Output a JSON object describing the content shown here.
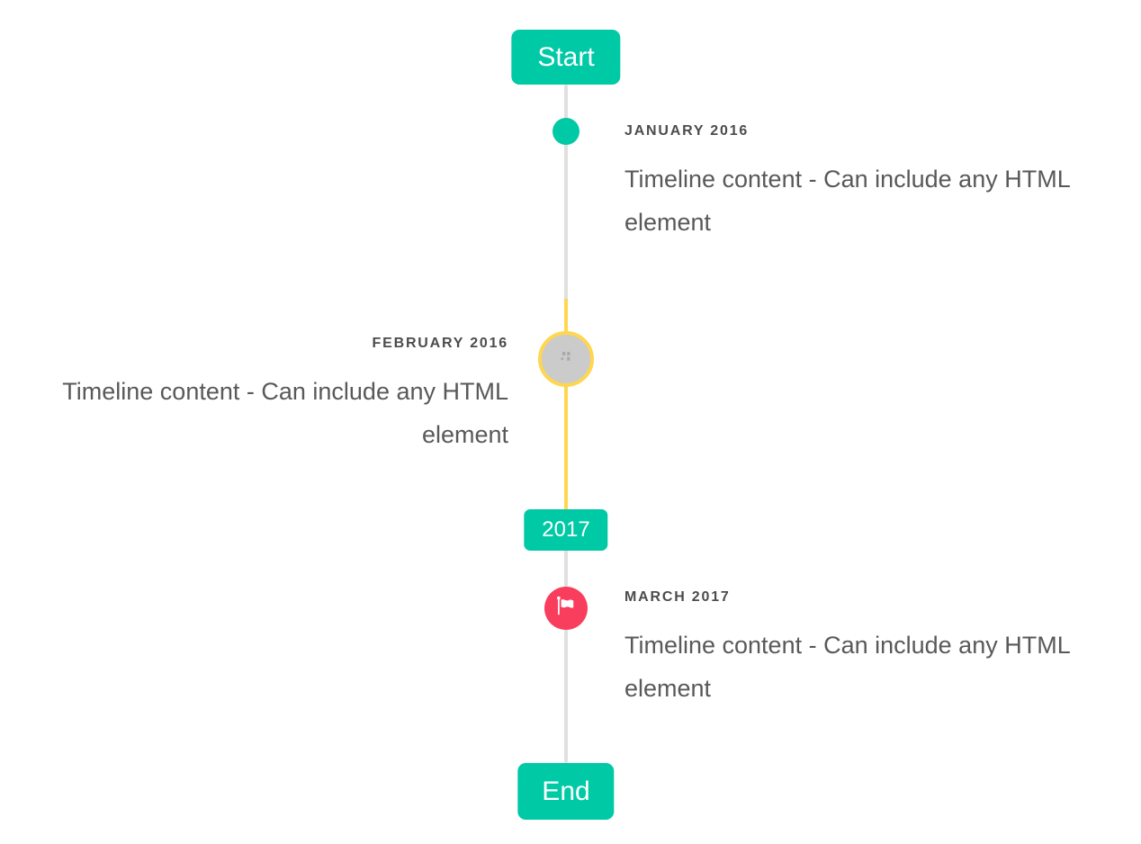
{
  "timeline": {
    "start_label": "Start",
    "end_label": "End",
    "year_badge": "2017",
    "entries": [
      {
        "date": "JANUARY 2016",
        "content": "Timeline content - Can include any HTML element",
        "side": "right",
        "marker": "teal-dot"
      },
      {
        "date": "FEBRUARY 2016",
        "content": "Timeline content - Can include any HTML element",
        "side": "left",
        "marker": "image-placeholder-circle"
      },
      {
        "date": "MARCH 2017",
        "content": "Timeline content - Can include any HTML element",
        "side": "right",
        "marker": "flag-circle"
      }
    ]
  },
  "theme": {
    "accent_teal": "#00c9a5",
    "highlight_yellow": "#ffd64f",
    "flag_red": "#f93d5c",
    "line_gray": "#e0e0e0",
    "image_circle_gray": "#cbcbcb",
    "date_label_color": "#4c4c4c",
    "content_text_color": "#595959",
    "badge_text_color": "#ffffff"
  }
}
